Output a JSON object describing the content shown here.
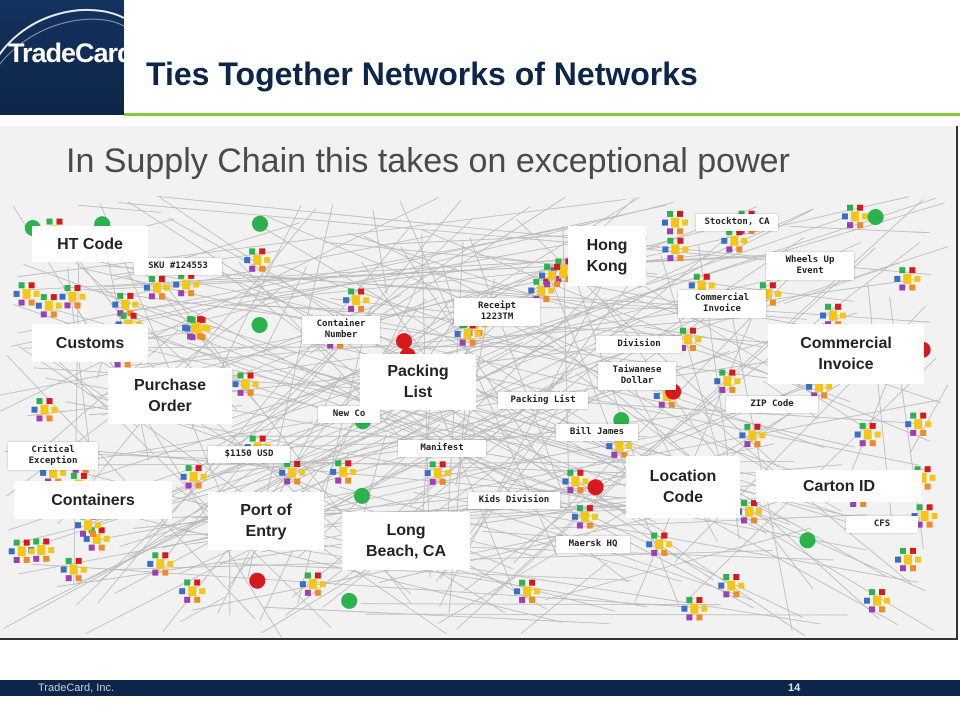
{
  "header": {
    "logo_text": "TradeCard",
    "logo_reg": "®",
    "title": "Ties Together Networks of Networks"
  },
  "figure": {
    "title": "In Supply Chain this takes on exceptional power",
    "tags": [
      {
        "id": "sku",
        "text": "SKU #124553"
      },
      {
        "id": "container-number",
        "text": "Container\nNumber"
      },
      {
        "id": "receipt",
        "text": "Receipt\n1223TM"
      },
      {
        "id": "new-co",
        "text": "New Co"
      },
      {
        "id": "manifest",
        "text": "Manifest"
      },
      {
        "id": "price",
        "text": "$1150 USD"
      },
      {
        "id": "critical-exception",
        "text": "Critical\nException"
      },
      {
        "id": "kids-division",
        "text": "Kids Division"
      },
      {
        "id": "maersk",
        "text": "Maersk HQ"
      },
      {
        "id": "division",
        "text": "Division"
      },
      {
        "id": "taiwanese-dollar",
        "text": "Taiwanese\nDollar"
      },
      {
        "id": "packing-list-small",
        "text": "Packing List"
      },
      {
        "id": "bill-james",
        "text": "Bill James"
      },
      {
        "id": "stockton",
        "text": "Stockton, CA"
      },
      {
        "id": "wheels-up",
        "text": "Wheels Up\nEvent"
      },
      {
        "id": "commercial-invoice-small",
        "text": "Commercial\nInvoice"
      },
      {
        "id": "zip-code",
        "text": "ZIP Code"
      },
      {
        "id": "cfs",
        "text": "CFS"
      }
    ],
    "labels": [
      {
        "id": "ht-code",
        "text": "HT Code"
      },
      {
        "id": "customs",
        "text": "Customs"
      },
      {
        "id": "purchase-order",
        "text": "Purchase\nOrder"
      },
      {
        "id": "containers",
        "text": "Containers"
      },
      {
        "id": "port-of-entry",
        "text": "Port of\nEntry"
      },
      {
        "id": "packing-list",
        "text": "Packing\nList"
      },
      {
        "id": "long-beach",
        "text": "Long\nBeach, CA"
      },
      {
        "id": "hong-kong",
        "text": "Hong\nKong"
      },
      {
        "id": "commercial-invoice",
        "text": "Commercial\nInvoice"
      },
      {
        "id": "location-code",
        "text": "Location\nCode"
      },
      {
        "id": "carton-id",
        "text": "Carton ID"
      }
    ]
  },
  "footer": {
    "company": "TradeCard, Inc.",
    "page_number": "14"
  },
  "colors": {
    "navy": "#0d2548",
    "accent_green": "#8cc63f",
    "node_green": "#2bb24c",
    "node_red": "#d7191c",
    "node_yellow": "#f5c518",
    "node_orange": "#f08a24",
    "node_purple": "#9b3fb5",
    "node_blue": "#3b6cc6"
  }
}
